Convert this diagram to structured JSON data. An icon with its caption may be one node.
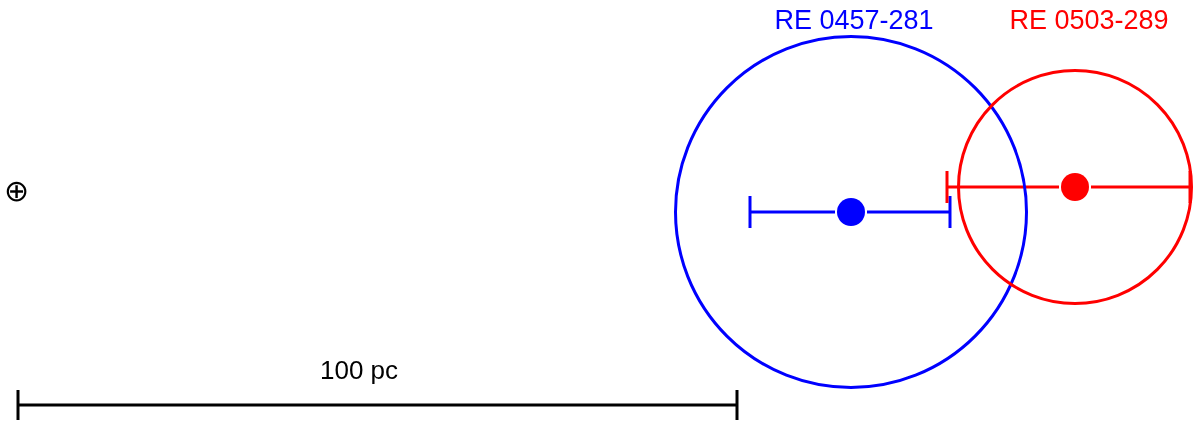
{
  "diagram": {
    "nodes": [
      {
        "text": [
          "RE 0457-281"
        ]
      },
      {
        "text": [
          "RE 0503-289"
        ]
      }
    ],
    "labels": [
      "⊕",
      "100 pc"
    ]
  }
}
